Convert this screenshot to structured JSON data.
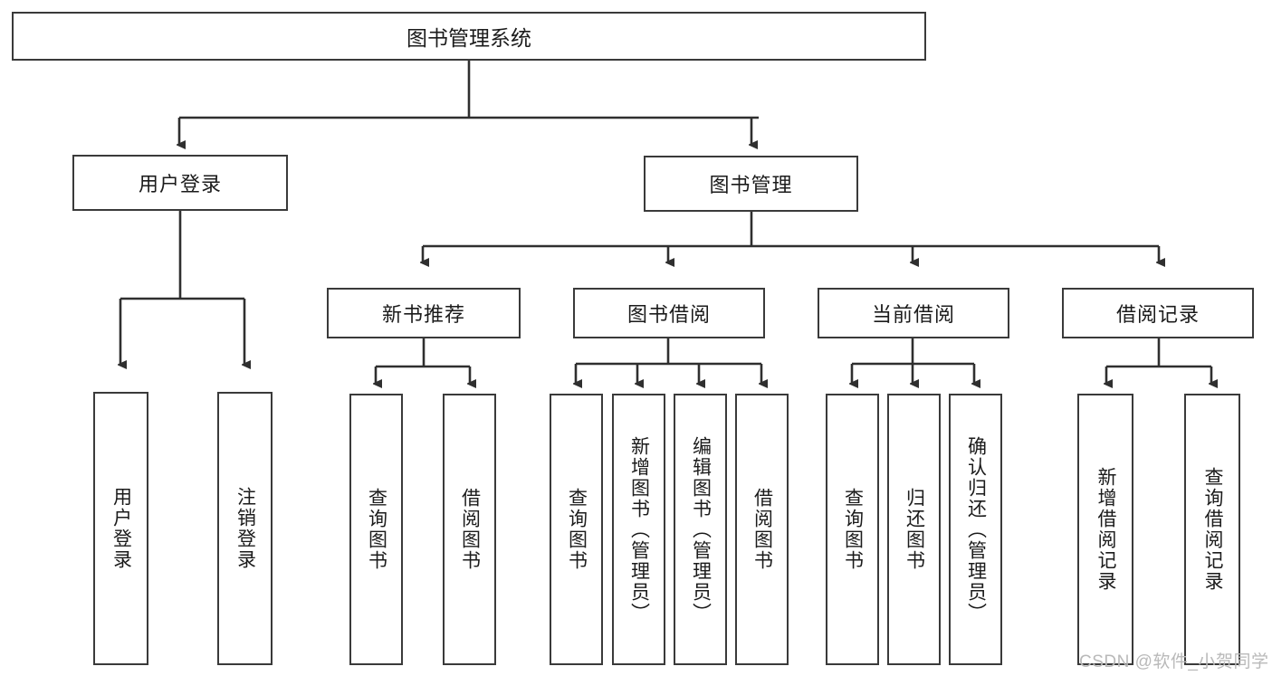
{
  "diagram": {
    "type": "tree",
    "title": "图书管理系统",
    "root": {
      "id": "root",
      "label": "图书管理系统"
    },
    "level2": [
      {
        "id": "user-login",
        "label": "用户登录"
      },
      {
        "id": "book-manage",
        "label": "图书管理"
      }
    ],
    "level3": [
      {
        "id": "new-book-rec",
        "label": "新书推荐",
        "parent": "book-manage"
      },
      {
        "id": "book-borrow",
        "label": "图书借阅",
        "parent": "book-manage"
      },
      {
        "id": "current-borrow",
        "label": "当前借阅",
        "parent": "book-manage"
      },
      {
        "id": "borrow-record",
        "label": "借阅记录",
        "parent": "book-manage"
      }
    ],
    "leaves": [
      {
        "id": "leaf-user-login",
        "label": "用户登录",
        "parent": "user-login"
      },
      {
        "id": "leaf-logout-login",
        "label": "注销登录",
        "parent": "user-login"
      },
      {
        "id": "leaf-query-book-1",
        "label": "查询图书",
        "parent": "new-book-rec"
      },
      {
        "id": "leaf-borrow-book-1",
        "label": "借阅图书",
        "parent": "new-book-rec"
      },
      {
        "id": "leaf-query-book-2",
        "label": "查询图书",
        "parent": "book-borrow"
      },
      {
        "id": "leaf-add-book",
        "label": "新增图书（管理员）",
        "parent": "book-borrow"
      },
      {
        "id": "leaf-edit-book",
        "label": "编辑图书（管理员）",
        "parent": "book-borrow"
      },
      {
        "id": "leaf-borrow-book-2",
        "label": "借阅图书",
        "parent": "book-borrow"
      },
      {
        "id": "leaf-query-book-3",
        "label": "查询图书",
        "parent": "current-borrow"
      },
      {
        "id": "leaf-return-book",
        "label": "归还图书",
        "parent": "current-borrow"
      },
      {
        "id": "leaf-confirm-return",
        "label": "确认归还（管理员）",
        "parent": "current-borrow"
      },
      {
        "id": "leaf-add-record",
        "label": "新增借阅记录",
        "parent": "borrow-record"
      },
      {
        "id": "leaf-query-record",
        "label": "查询借阅记录",
        "parent": "borrow-record"
      }
    ]
  },
  "watermark": {
    "text": "CSDN @软件_小贺同学"
  },
  "colors": {
    "border": "#3a3a3a",
    "background": "#ffffff",
    "text": "#1b1b1b",
    "connector": "#2f2f2f",
    "watermark": "#b9b9b9"
  }
}
